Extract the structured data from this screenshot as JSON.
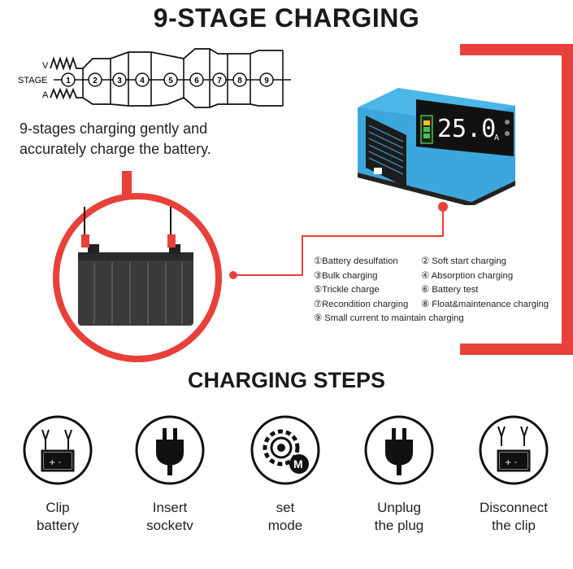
{
  "title": "9-STAGE CHARGING",
  "diagram": {
    "label_v": "V",
    "label_stage": "STAGE",
    "label_a": "A",
    "stages": [
      "1",
      "2",
      "3",
      "4",
      "5",
      "6",
      "7",
      "8",
      "9"
    ]
  },
  "description": [
    "9-stages charging gently and",
    "accurately charge the battery."
  ],
  "device": {
    "display_value": "25.0",
    "unit": "A",
    "colors": {
      "body": "#3ba7dc",
      "accent": "#e8403a"
    }
  },
  "stage_list": [
    [
      "①Battery desulfation",
      "② Soft start charging"
    ],
    [
      "③Bulk charging",
      "④ Absorption charging"
    ],
    [
      "⑤Trickle charge",
      "⑥ Battery test"
    ],
    [
      "⑦Recondition charging",
      "⑧ Float&maintenance charging"
    ],
    [
      "⑨ Small current to maintain charging"
    ]
  ],
  "steps_title": "CHARGING STEPS",
  "steps": [
    {
      "icon": "battery-clamp-icon",
      "line1": "Clip",
      "line2": "battery"
    },
    {
      "icon": "plug-icon",
      "line1": "Insert",
      "line2": "socketv"
    },
    {
      "icon": "gear-mode-icon",
      "line1": "set",
      "line2": "mode"
    },
    {
      "icon": "plug-icon",
      "line1": "Unplug",
      "line2": "the plug"
    },
    {
      "icon": "battery-clamp-icon",
      "line1": "Disconnect",
      "line2": "the clip"
    }
  ]
}
